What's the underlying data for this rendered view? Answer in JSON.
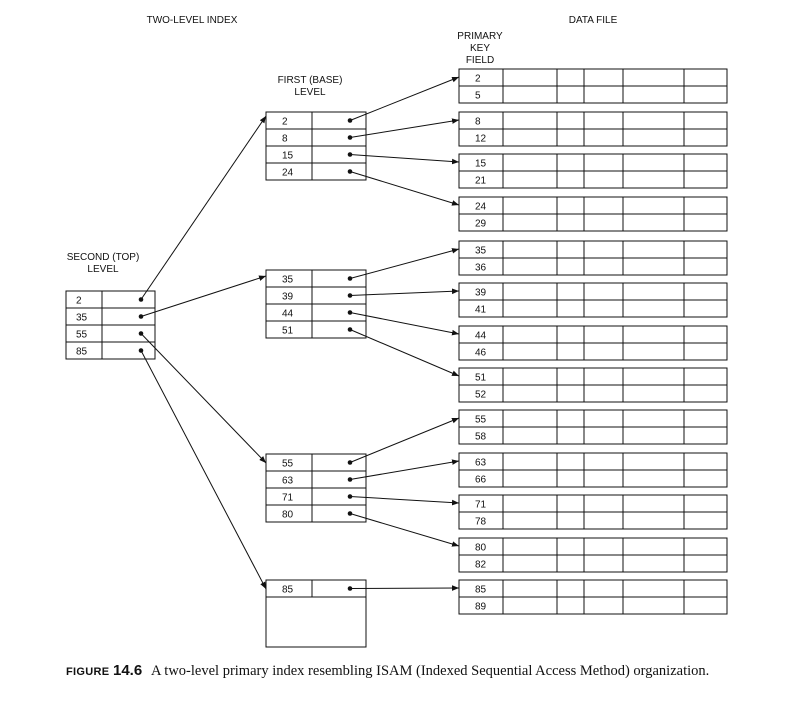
{
  "headings": {
    "two_level_index": "TWO-LEVEL INDEX",
    "data_file": "DATA FILE",
    "primary_key_field": [
      "PRIMARY",
      "KEY",
      "FIELD"
    ],
    "first_level": [
      "FIRST (BASE)",
      "LEVEL"
    ],
    "second_level": [
      "SECOND (TOP)",
      "LEVEL"
    ]
  },
  "second_level_index": [
    "2",
    "35",
    "55",
    "85"
  ],
  "first_level_blocks": [
    [
      "2",
      "8",
      "15",
      "24"
    ],
    [
      "35",
      "39",
      "44",
      "51"
    ],
    [
      "55",
      "63",
      "71",
      "80"
    ],
    [
      "85"
    ]
  ],
  "data_file_blocks": [
    [
      "2",
      "5"
    ],
    [
      "8",
      "12"
    ],
    [
      "15",
      "21"
    ],
    [
      "24",
      "29"
    ],
    [
      "35",
      "36"
    ],
    [
      "39",
      "41"
    ],
    [
      "44",
      "46"
    ],
    [
      "51",
      "52"
    ],
    [
      "55",
      "58"
    ],
    [
      "63",
      "66"
    ],
    [
      "71",
      "78"
    ],
    [
      "80",
      "82"
    ],
    [
      "85",
      "89"
    ]
  ],
  "caption": {
    "figure_word": "FIGURE",
    "figure_number": "14.6",
    "text": "A two-level primary index resembling ISAM (Indexed Sequential Access Method) organization."
  },
  "colors": {
    "line": "#111111",
    "background": "#ffffff"
  }
}
